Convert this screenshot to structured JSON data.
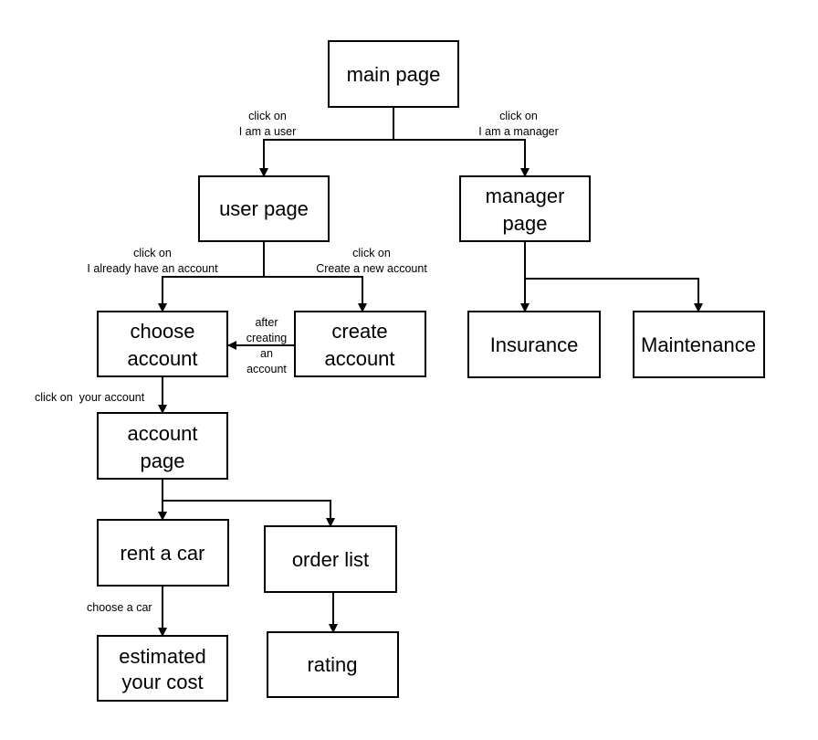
{
  "nodes": {
    "main_page": [
      "main page"
    ],
    "user_page": [
      "user page"
    ],
    "manager_page": [
      "manager",
      "page"
    ],
    "choose_account": [
      "choose",
      "account"
    ],
    "create_account": [
      "create",
      "account"
    ],
    "insurance": [
      "Insurance"
    ],
    "maintenance": [
      "Maintenance"
    ],
    "account_page": [
      "account",
      "page"
    ],
    "rent_a_car": [
      "rent a car"
    ],
    "order_list": [
      "order list"
    ],
    "estimated_cost": [
      "estimated",
      "your cost"
    ],
    "rating": [
      "rating"
    ]
  },
  "edge_labels": {
    "to_user": [
      "click on",
      "I am a user"
    ],
    "to_manager": [
      "click on",
      "I am a manager"
    ],
    "to_choose": [
      "click on",
      "I already have an account"
    ],
    "to_create": [
      "click on",
      "Create a new account"
    ],
    "after_create": [
      "after",
      "creating",
      "an",
      "account"
    ],
    "to_account_page": [
      "click on  your account"
    ],
    "to_estimated": [
      "choose a car"
    ]
  }
}
